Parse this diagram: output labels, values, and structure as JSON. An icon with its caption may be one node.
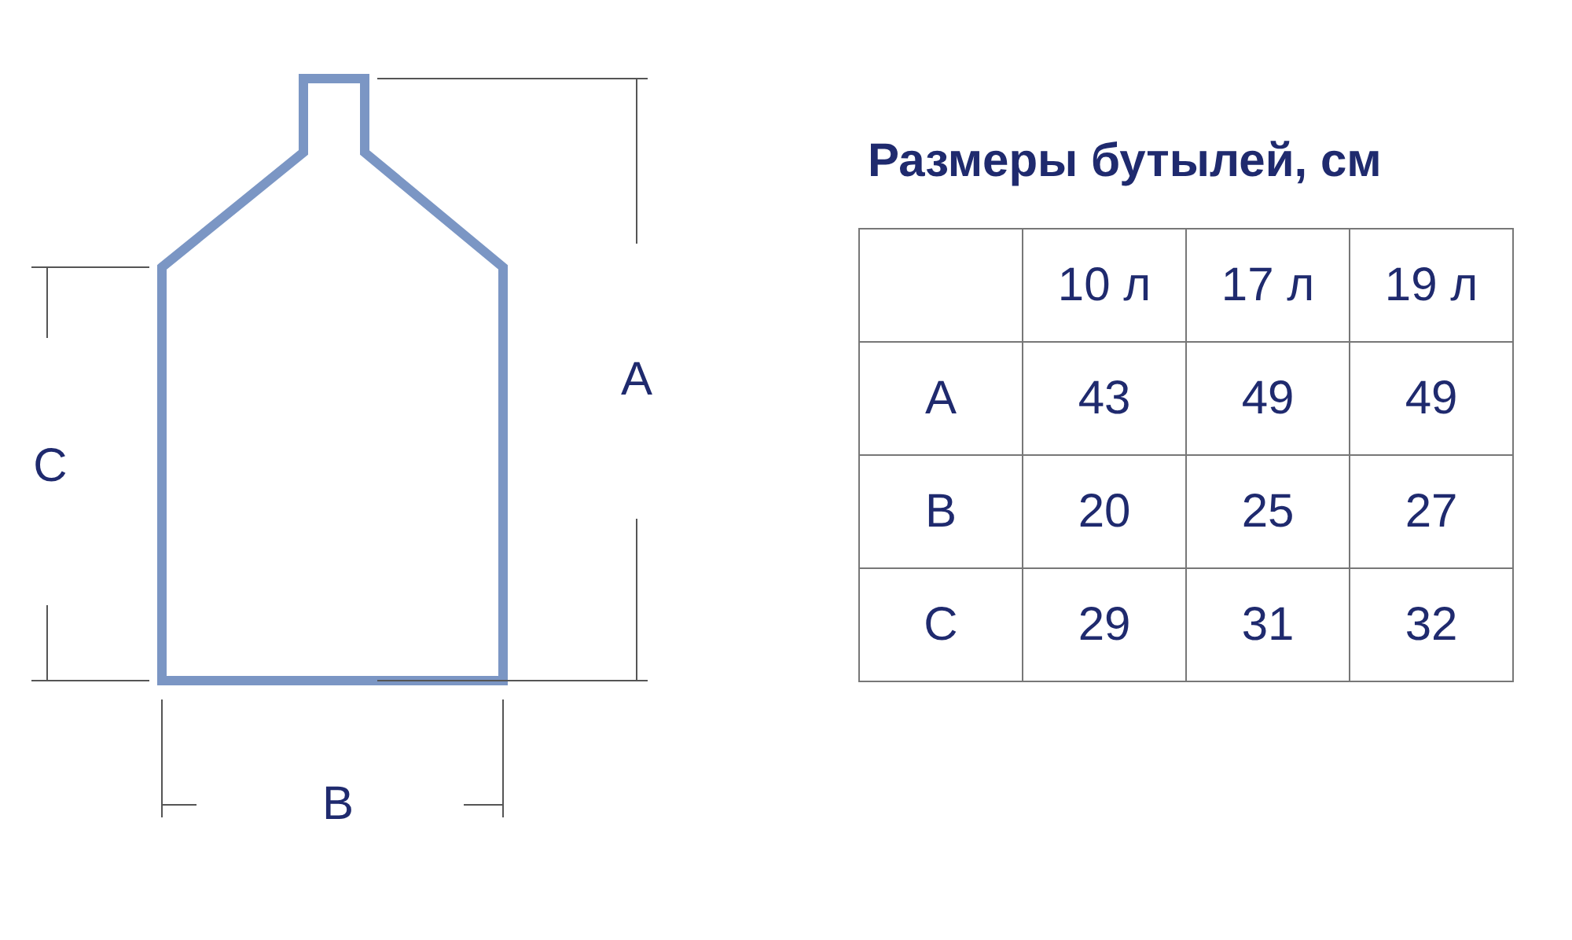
{
  "diagram": {
    "title": "Размеры бутылей, см",
    "labels": [
      "A",
      "C",
      "B",
      "10 л",
      "17 л",
      "19 л",
      "A",
      "43",
      "49",
      "49",
      "B",
      "20",
      "25",
      "27",
      "C",
      "29",
      "31",
      "32"
    ]
  }
}
